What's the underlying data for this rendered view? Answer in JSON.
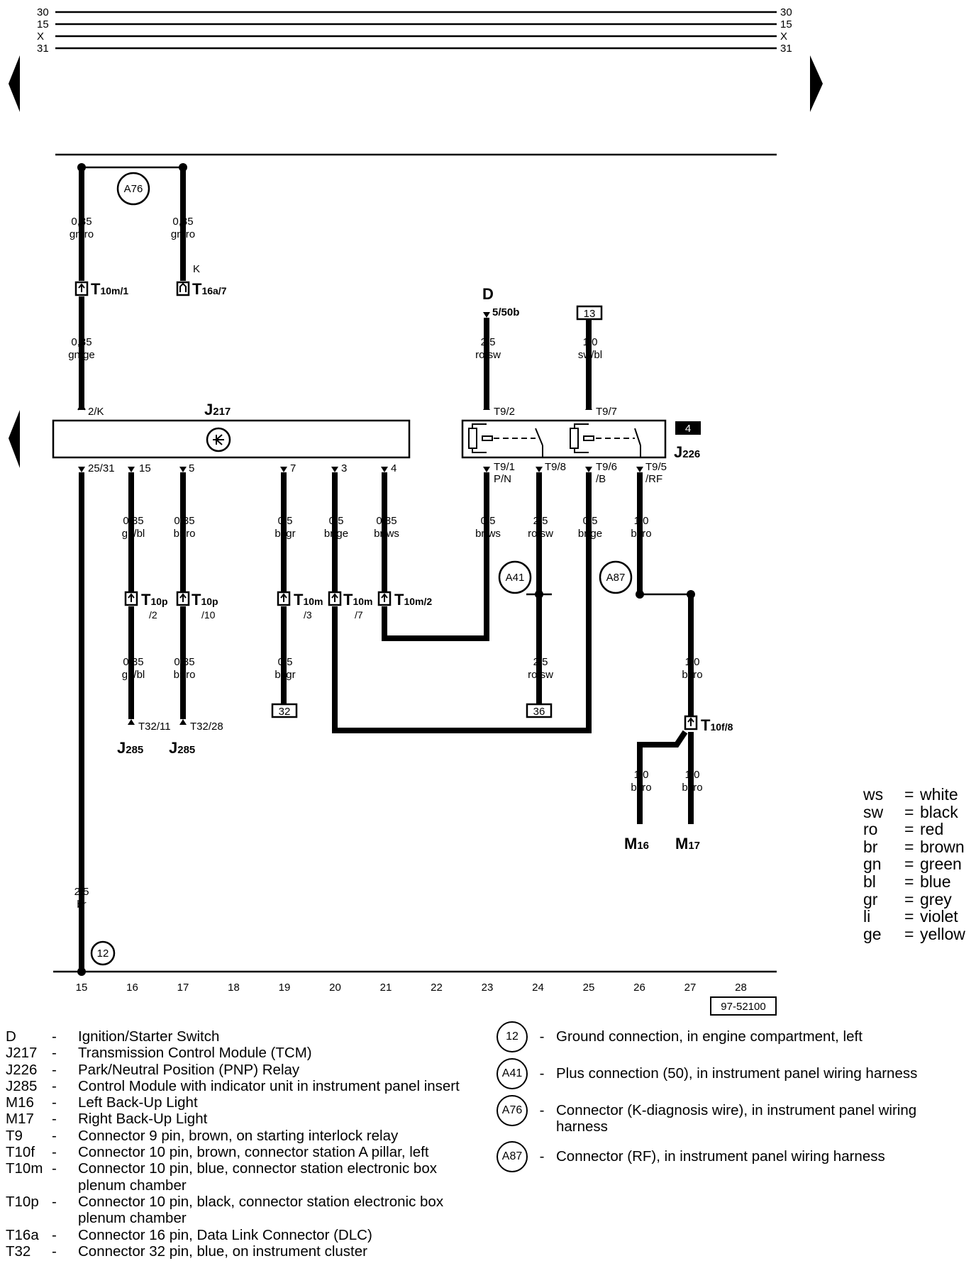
{
  "rails": [
    "30",
    "15",
    "X",
    "31"
  ],
  "diagram_number": "97-52100",
  "columns": [
    "15",
    "16",
    "17",
    "18",
    "19",
    "20",
    "21",
    "22",
    "23",
    "24",
    "25",
    "26",
    "27",
    "28"
  ],
  "components": {
    "J217": {
      "main": "J",
      "sub": "217"
    },
    "J226": {
      "main": "J",
      "sub": "226"
    },
    "J226_badge": "4",
    "D": "D",
    "D_pin": "5/50b",
    "J285_left": {
      "main": "J",
      "sub": "285"
    },
    "J285_right": {
      "main": "J",
      "sub": "285"
    },
    "M16": {
      "main": "M",
      "sub": "16"
    },
    "M17": {
      "main": "M",
      "sub": "17"
    }
  },
  "circles": {
    "A76": "A76",
    "A41": "A41",
    "A87": "A87",
    "g12": "12"
  },
  "boxes": {
    "b13": "13",
    "b32": "32",
    "b36": "36"
  },
  "pins": {
    "j217_2K": "2/K",
    "j217_25_31": "25/31",
    "j217_15": "15",
    "j217_5": "5",
    "j217_7": "7",
    "j217_3": "3",
    "j217_4": "4",
    "t9_2": "T9/2",
    "t9_7": "T9/7",
    "t9_1": "T9/1",
    "t9_1b": "P/N",
    "t9_8": "T9/8",
    "t9_6": "T9/6",
    "t9_6b": "/B",
    "t9_5": "T9/5",
    "t9_5b": "/RF",
    "k": "K",
    "t32_11": "T32/11",
    "t32_28": "T32/28"
  },
  "connectors": {
    "t10m1": {
      "main": "T",
      "sub": "10m/1"
    },
    "t16a7": {
      "main": "T",
      "sub": "16a/7"
    },
    "t10p2": {
      "main": "T",
      "sub": "10p",
      "sub2": "/2"
    },
    "t10p10": {
      "main": "T",
      "sub": "10p",
      "sub2": "/10"
    },
    "t10m3": {
      "main": "T",
      "sub": "10m",
      "sub2": "/3"
    },
    "t10m7": {
      "main": "T",
      "sub": "10m",
      "sub2": "/7"
    },
    "t10m2": {
      "main": "T",
      "sub": "10m/2"
    },
    "t10f8": {
      "main": "T",
      "sub": "10f/8"
    }
  },
  "wires": {
    "w1": [
      "0,35",
      "gn/ro"
    ],
    "w2": [
      "0,35",
      "gn/ro"
    ],
    "w3": [
      "0,35",
      "gn/ge"
    ],
    "w4": [
      "2,5",
      "ro/sw"
    ],
    "w5": [
      "1,0",
      "sw/bl"
    ],
    "w6": [
      "0,35",
      "gn/bl"
    ],
    "w7": [
      "0,35",
      "br/ro"
    ],
    "w8": [
      "0,5",
      "bl/gr"
    ],
    "w9": [
      "0,5",
      "br/ge"
    ],
    "w10": [
      "0,35",
      "br/ws"
    ],
    "w11": [
      "0,5",
      "br/ws"
    ],
    "w12": [
      "2,5",
      "ro/sw"
    ],
    "w13": [
      "0,5",
      "br/ge"
    ],
    "w14": [
      "1,0",
      "bl/ro"
    ],
    "w15": [
      "0,35",
      "gn/bl"
    ],
    "w16": [
      "0,35",
      "br/ro"
    ],
    "w17": [
      "0,5",
      "bl/gr"
    ],
    "w18": [
      "2,5",
      "ro/sw"
    ],
    "w19": [
      "1,0",
      "bl/ro"
    ],
    "w20": [
      "1,0",
      "bl/ro"
    ],
    "w21": [
      "1,0",
      "bl/ro"
    ],
    "w22": [
      "2,5",
      "br"
    ]
  },
  "color_key": [
    {
      "code": "ws",
      "name": "white"
    },
    {
      "code": "sw",
      "name": "black"
    },
    {
      "code": "ro",
      "name": "red"
    },
    {
      "code": "br",
      "name": "brown"
    },
    {
      "code": "gn",
      "name": "green"
    },
    {
      "code": "bl",
      "name": "blue"
    },
    {
      "code": "gr",
      "name": "grey"
    },
    {
      "code": "li",
      "name": "violet"
    },
    {
      "code": "ge",
      "name": "yellow"
    }
  ],
  "legend": [
    {
      "code": "D",
      "desc": "Ignition/Starter Switch"
    },
    {
      "code": "J217",
      "desc": "Transmission Control Module (TCM)"
    },
    {
      "code": "J226",
      "desc": "Park/Neutral Position (PNP) Relay"
    },
    {
      "code": "J285",
      "desc": "Control Module with indicator unit in instrument panel insert"
    },
    {
      "code": "M16",
      "desc": "Left Back-Up Light"
    },
    {
      "code": "M17",
      "desc": "Right Back-Up Light"
    },
    {
      "code": "T9",
      "desc": "Connector 9 pin, brown, on starting interlock relay"
    },
    {
      "code": "T10f",
      "desc": "Connector 10 pin, brown, connector station A pillar, left"
    },
    {
      "code": "T10m",
      "desc": "Connector 10 pin, blue, connector station electronic box plenum chamber"
    },
    {
      "code": "T10p",
      "desc": "Connector 10 pin, black, connector station electronic box plenum chamber"
    },
    {
      "code": "T16a",
      "desc": "Connector 16 pin, Data Link Connector (DLC)"
    },
    {
      "code": "T32",
      "desc": "Connector 32 pin, blue, on  instrument cluster"
    }
  ],
  "legend_locations": [
    {
      "badge": "12",
      "desc": "Ground connection, in engine compartment, left"
    },
    {
      "badge": "A41",
      "desc": "Plus connection (50), in instrument panel wiring harness"
    },
    {
      "badge": "A76",
      "desc": "Connector (K-diagnosis wire), in instrument panel wiring harness"
    },
    {
      "badge": "A87",
      "desc": "Connector (RF), in instrument panel wiring harness"
    }
  ]
}
